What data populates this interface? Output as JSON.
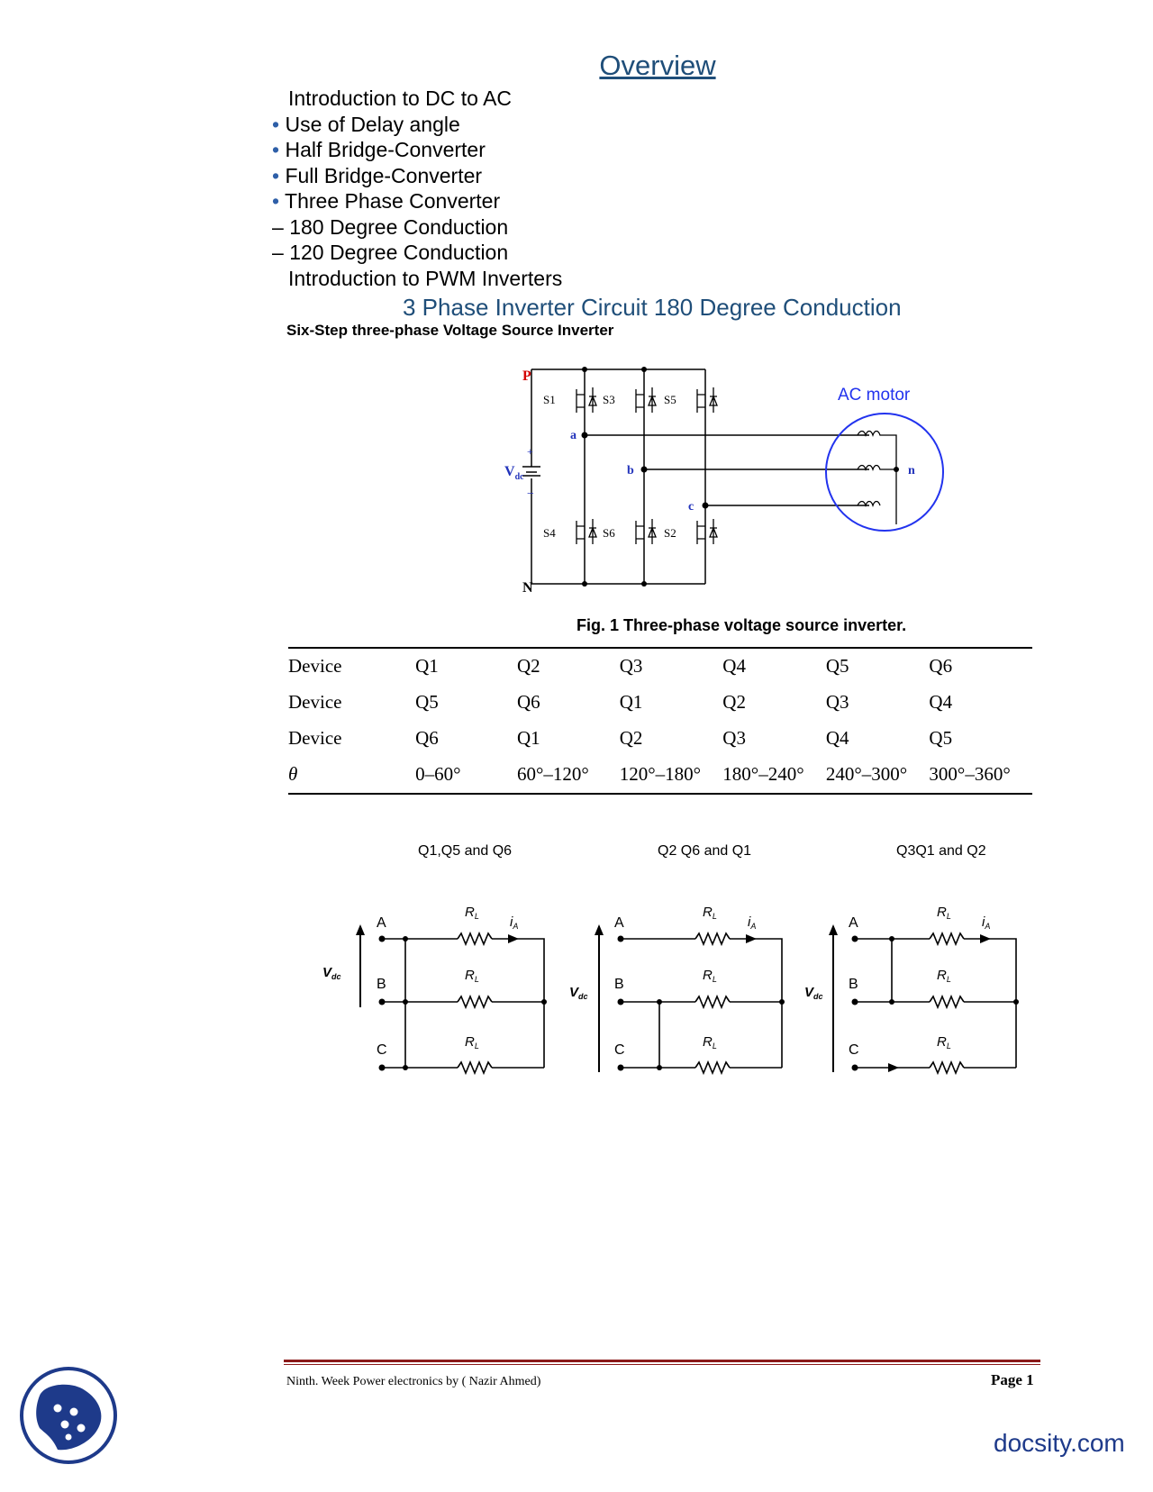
{
  "header": {
    "title": "Overview"
  },
  "outline": [
    {
      "bullet": "",
      "text": "Introduction to DC to AC"
    },
    {
      "bullet": "•",
      "text": "Use of Delay angle"
    },
    {
      "bullet": "•",
      "text": "Half Bridge-Converter"
    },
    {
      "bullet": "•",
      "text": "Full Bridge-Converter"
    },
    {
      "bullet": "•",
      "text": "Three Phase Converter"
    },
    {
      "bullet": "–",
      "text": "180 Degree Conduction"
    },
    {
      "bullet": "–",
      "text": "120 Degree Conduction"
    },
    {
      "bullet": "",
      "text": "Introduction to PWM Inverters"
    }
  ],
  "section": {
    "title": "3 Phase Inverter Circuit 180 Degree Conduction",
    "subhead": "Six-Step three-phase Voltage Source Inverter"
  },
  "figure1": {
    "caption": "Fig. 1 Three-phase voltage source inverter.",
    "labels": {
      "p": "P",
      "n": "N",
      "motor": "AC motor",
      "node_a": "a",
      "node_b": "b",
      "node_c": "c",
      "node_n": "n",
      "plus": "+",
      "minus": "−",
      "vdc": "V",
      "vdc_sub": "dc",
      "switches": [
        "S1",
        "S3",
        "S5",
        "S4",
        "S6",
        "S2"
      ]
    }
  },
  "switching_table": {
    "rows": [
      {
        "head": "Device",
        "cells": [
          "Q1",
          "Q2",
          "Q3",
          "Q4",
          "Q5",
          "Q6"
        ]
      },
      {
        "head": "Device",
        "cells": [
          "Q5",
          "Q6",
          "Q1",
          "Q2",
          "Q3",
          "Q4"
        ]
      },
      {
        "head": "Device",
        "cells": [
          "Q6",
          "Q1",
          "Q2",
          "Q3",
          "Q4",
          "Q5"
        ]
      },
      {
        "head": "θ",
        "cells": [
          "0–60°",
          "60°–120°",
          "120°–180°",
          "180°–240°",
          "240°–300°",
          "300°–360°"
        ]
      }
    ]
  },
  "figure2": {
    "titles": [
      "Q1,Q5 and Q6",
      "Q2 Q6 and Q1",
      "Q3Q1 and Q2"
    ],
    "nodes": [
      "A",
      "B",
      "C"
    ],
    "resistor": "R",
    "resistor_sub": "L",
    "current": "i",
    "current_sub": "A",
    "vdc": "V",
    "vdc_sub": "dc"
  },
  "footer": {
    "left": "Ninth. Week Power electronics by ( Nazir Ahmed)",
    "right": "Page 1",
    "brand": "docsity.com"
  }
}
